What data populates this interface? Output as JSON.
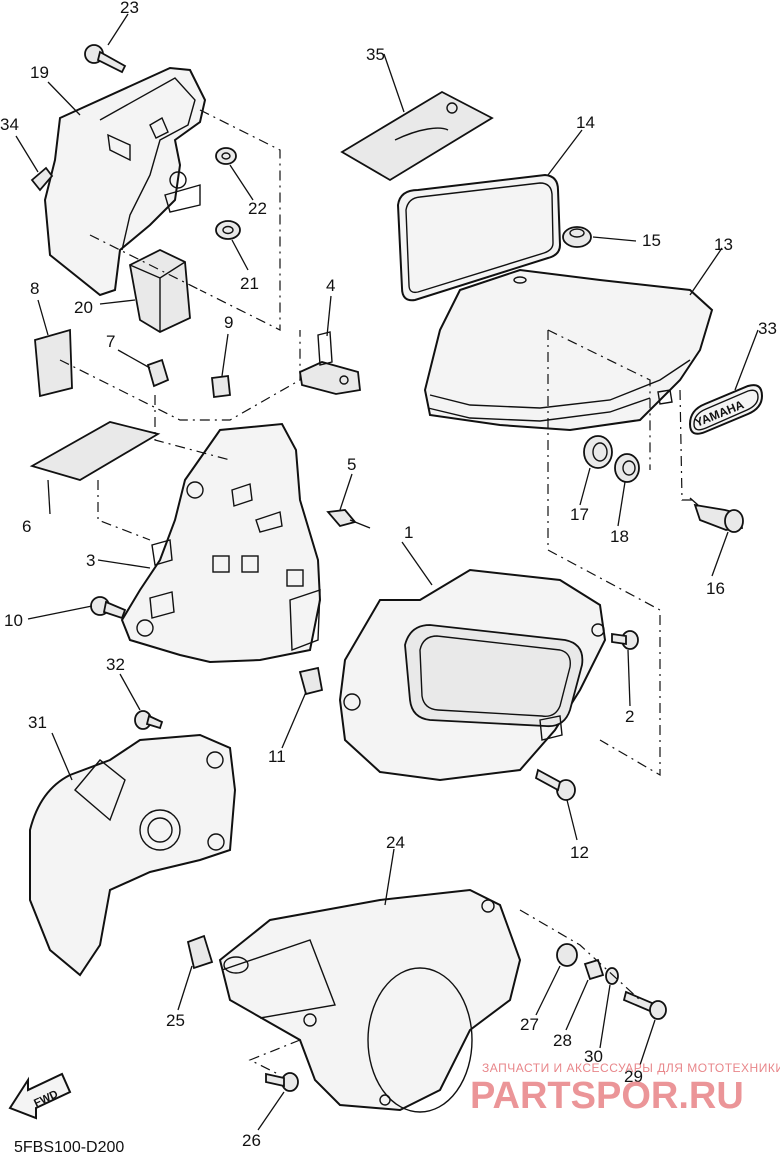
{
  "diagram": {
    "code": "5FBS100-D200",
    "fwd_label": "FWD",
    "emblem_text": "YAMAHA",
    "callouts": [
      "1",
      "2",
      "3",
      "4",
      "5",
      "6",
      "7",
      "8",
      "9",
      "10",
      "11",
      "12",
      "13",
      "14",
      "15",
      "16",
      "17",
      "18",
      "19",
      "20",
      "21",
      "22",
      "23",
      "24",
      "25",
      "26",
      "27",
      "28",
      "29",
      "30",
      "31",
      "32",
      "33",
      "34",
      "35"
    ]
  },
  "watermark": {
    "line1": "ЗАПЧАСТИ И АКСЕССУАРЫ ДЛЯ МОТОТЕХНИКИ",
    "line2": "PARTSPOR.RU",
    "color": "#e67a7e"
  }
}
